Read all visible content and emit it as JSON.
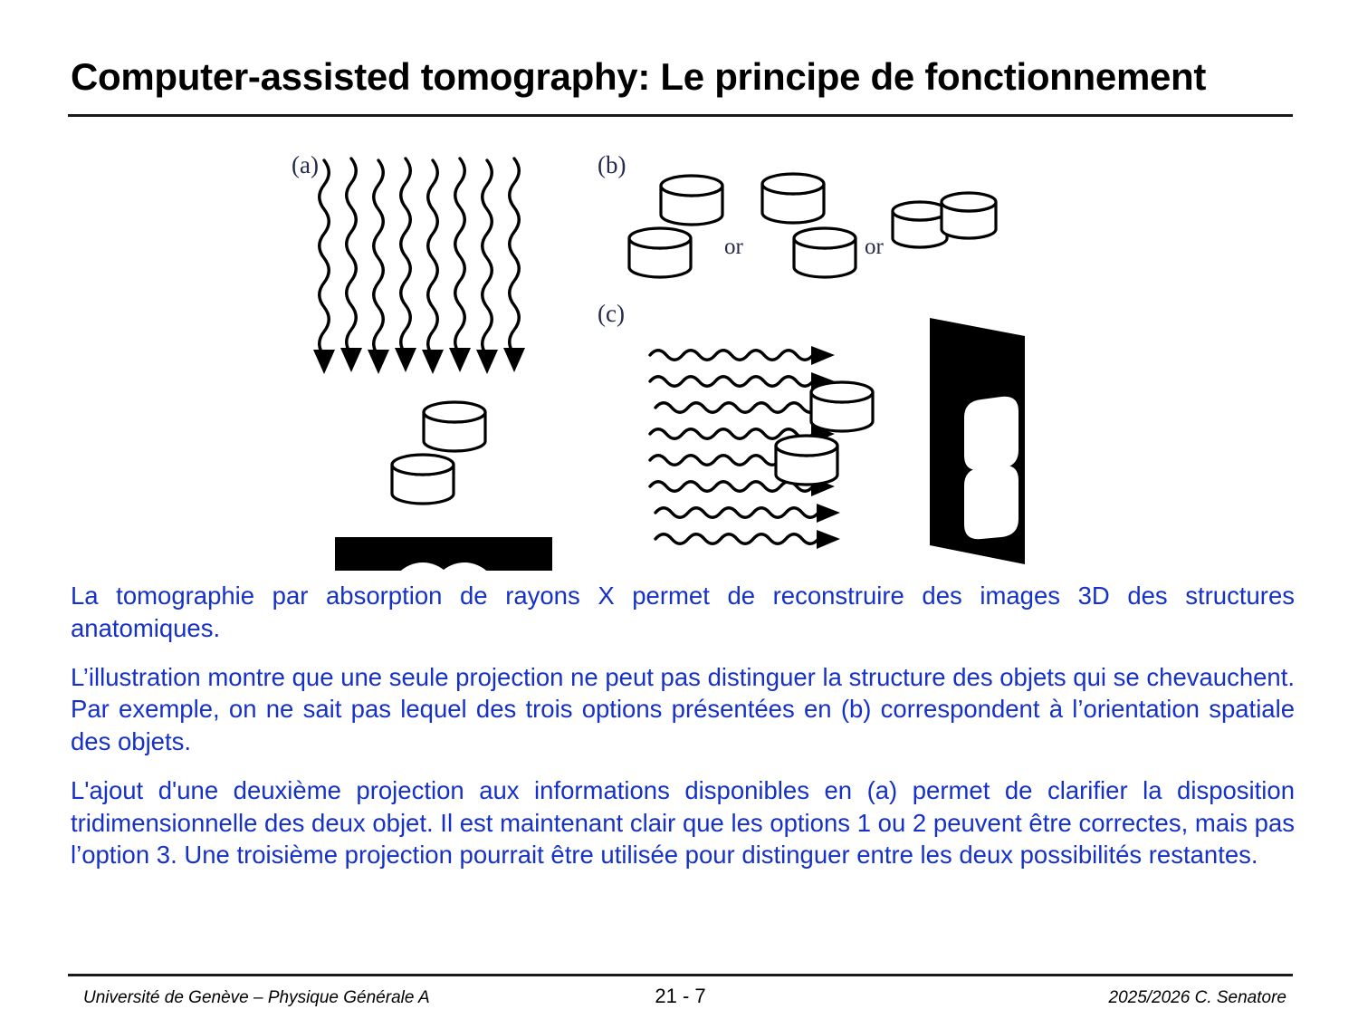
{
  "slide": {
    "title": "Computer-assisted tomography: Le principe de fonctionnement"
  },
  "figure": {
    "panel_a_label": "(a)",
    "panel_b_label": "(b)",
    "panel_c_label": "(c)",
    "or_label_1": "or",
    "or_label_2": "or",
    "description": "X-ray tomography projection diagram: (a) vertical beam through two offset cylinders producing a single projection; (b) three possible spatial arrangements of the two cylinders; (c) horizontal beam through the same cylinders producing a second projection on a tilted screen",
    "panel_a": {
      "beam_count": 8,
      "beam_direction": "down",
      "cylinder_count": 2,
      "detector": "black rectangle with two overlapping white circles"
    },
    "panel_b": {
      "option_count": 3,
      "options": [
        "two cylinders offset diagonally",
        "two cylinders offset diagonally, mirrored",
        "two cylinders side by side touching"
      ]
    },
    "panel_c": {
      "beam_count": 8,
      "beam_direction": "right",
      "cylinder_count": 2,
      "detector": "tilted black screen with two white rounded rectangles stacked vertically"
    }
  },
  "body": {
    "paragraphs": [
      "La tomographie par absorption de rayons X permet de reconstruire des images 3D des structures anatomiques.",
      "L’illustration montre que une seule projection ne peut pas distinguer la structure des objets qui se chevauchent. Par exemple, on ne sait pas lequel des trois options présentées en (b) correspondent à l’orientation spatiale des objets.",
      "L'ajout d'une deuxième projection aux informations disponibles en (a) permet de clarifier la disposition tridimensionnelle des deux objet. Il est maintenant clair que les options 1 ou 2 peuvent être correctes, mais pas l’option 3. Une troisième projection pourrait être utilisée pour distinguer entre les deux possibilités restantes."
    ]
  },
  "footer": {
    "left": "Université de Genève – Physique Générale A",
    "center": "21 - 7",
    "right": "2025/2026  C. Senatore"
  },
  "colors": {
    "body_text": "#1631c8",
    "title_text": "#000000",
    "rule": "#1a1a1a",
    "panel_label": "#232a4a",
    "detector_fill": "#000000"
  }
}
